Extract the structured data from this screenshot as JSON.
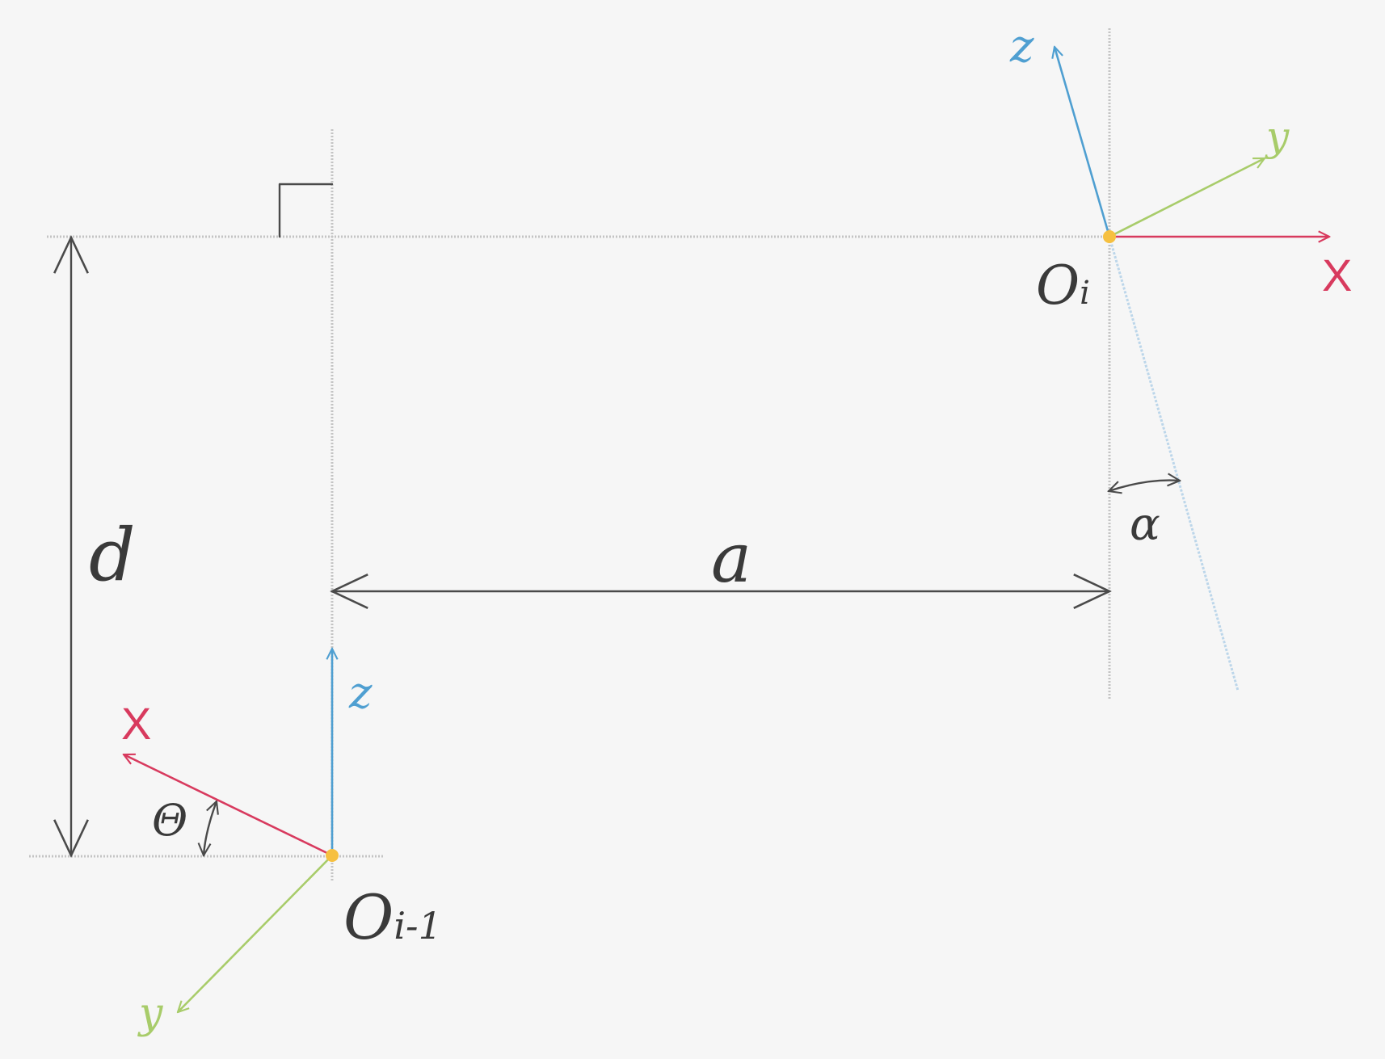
{
  "labels": {
    "d": "d",
    "a": "a",
    "alpha": "α",
    "theta": "Θ",
    "origin_i_main": "O",
    "origin_i_sub": "i",
    "origin_im1_main": "O",
    "origin_im1_sub": "i-1"
  },
  "frame_i": {
    "z": "z",
    "y": "y",
    "x": "X"
  },
  "frame_im1": {
    "z": "z",
    "y": "y",
    "x": "X"
  },
  "colors": {
    "x_axis": "#d83a5e",
    "y_axis": "#a8cc6a",
    "z_axis": "#4f9fd1",
    "origin": "#f6c040",
    "guide": "#c4c4c4",
    "dimension": "#4a4a4a",
    "z_projection": "#bcd6ea"
  }
}
